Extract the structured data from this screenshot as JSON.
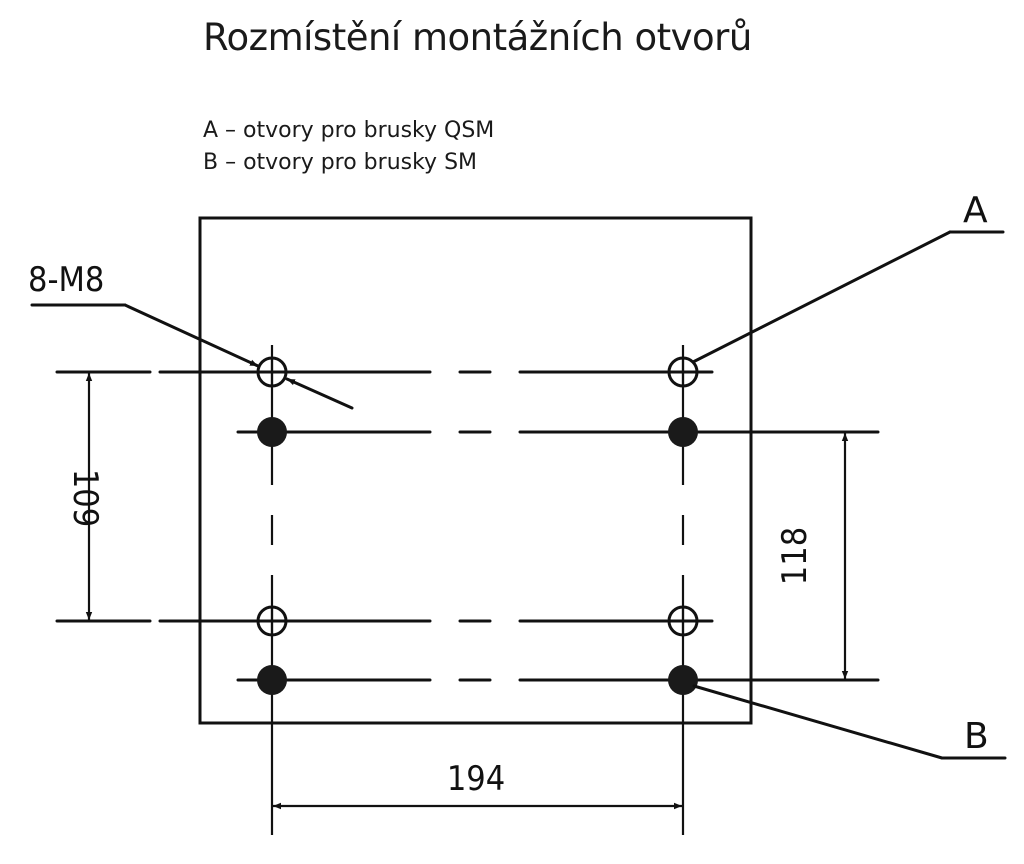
{
  "title": "Rozmístění montážních otvorů",
  "legend": {
    "items": [
      {
        "key": "A",
        "text": "A – otvory pro brusky QSM"
      },
      {
        "key": "B",
        "text": "B – otvory pro brusky SM"
      }
    ]
  },
  "drawing": {
    "thread_callout": "8-M8",
    "hole_groups": [
      {
        "label": "A",
        "description": "open holes (QSM)",
        "style": "open",
        "count": 4
      },
      {
        "label": "B",
        "description": "filled holes (SM)",
        "style": "filled",
        "count": 4
      }
    ],
    "dimensions": {
      "horizontal_spacing": "194",
      "vertical_spacing_A": "109",
      "vertical_spacing_B": "118"
    },
    "colors": {
      "line": "#111111",
      "background": "#ffffff"
    }
  }
}
